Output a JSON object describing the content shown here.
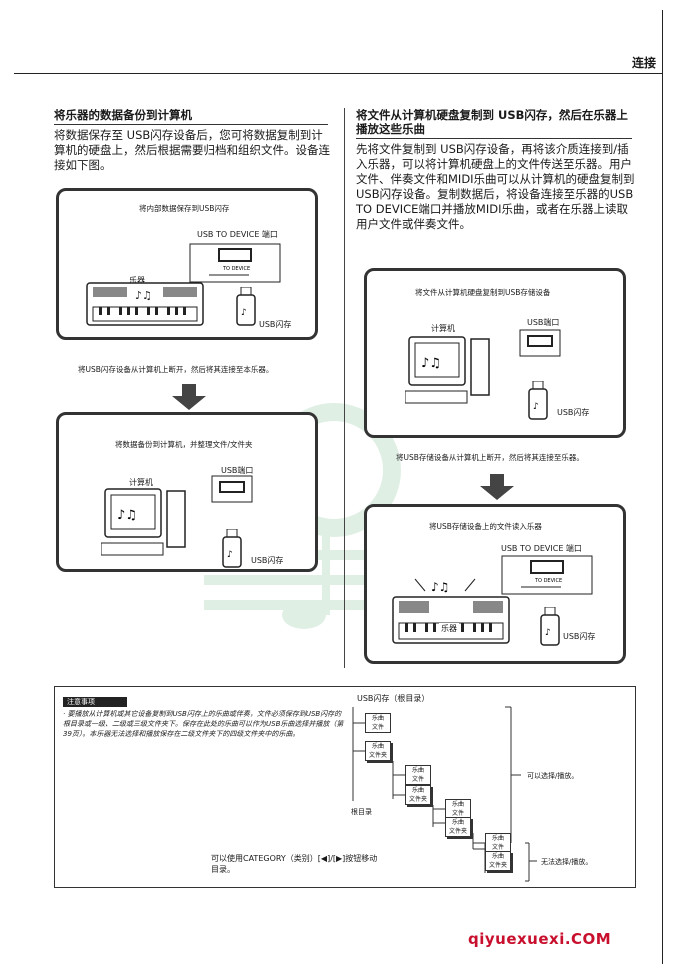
{
  "header": {
    "title": "连接"
  },
  "left": {
    "title": "将乐器的数据备份到计算机",
    "body": "将数据保存至 USB闪存设备后，您可将数据复制到计算机的硬盘上，然后根据需要归档和组织文件。设备连接如下图。",
    "panel1": {
      "caption": "将内部数据保存到USB闪存",
      "port_label": "USB TO DEVICE 端口",
      "port_sub": "TO DEVICE",
      "instrument_label": "乐器",
      "usb_label": "USB闪存"
    },
    "between_note": "将USB闪存设备从计算机上断开，然后将其连接至本乐器。",
    "panel2": {
      "caption": "将数据备份到计算机，并整理文件/文件夹",
      "computer_label": "计算机",
      "port_label": "USB端口",
      "usb_label": "USB闪存"
    }
  },
  "right": {
    "title": "将文件从计算机硬盘复制到 USB闪存，然后在乐器上播放这些乐曲",
    "body": "先将文件复制到 USB闪存设备，再将该介质连接到/插入乐器，可以将计算机硬盘上的文件传送至乐器。用户文件、伴奏文件和MIDI乐曲可以从计算机的硬盘复制到 USB闪存设备。复制数据后，将设备连接至乐器的USB TO DEVICE端口并播放MIDI乐曲，或者在乐器上读取用户文件或伴奏文件。",
    "panel1": {
      "caption": "将文件从计算机硬盘复制到USB存储设备",
      "computer_label": "计算机",
      "port_label": "USB端口",
      "usb_label": "USB闪存"
    },
    "between_note": "将USB存储设备从计算机上断开，然后将其连接至乐器。",
    "panel2": {
      "caption": "将USB存储设备上的文件读入乐器",
      "port_label": "USB TO DEVICE 端口",
      "port_sub": "TO DEVICE",
      "instrument_label": "乐器",
      "usb_label": "USB闪存"
    }
  },
  "tip": {
    "badge": "注意事项",
    "text": "· 要播放从计算机或其它设备复制到USB闪存上的乐曲或伴奏，文件必须保存到USB闪存的根目录或一级、二级或三级文件夹下。保存在此处的乐曲可以作为USB乐曲选择并播放（第39页）。本乐器无法选择和播放保存在二级文件夹下的四级文件夹中的乐曲。",
    "category": "可以使用CATEGORY（类别）[◀]/[▶]按钮移动目录。"
  },
  "tree": {
    "title": "USB闪存（根目录）",
    "root_label": "根目录",
    "song": "乐曲\n文件",
    "folder": "乐曲\n文件夹",
    "selectable": "可以选择/播放。",
    "not_selectable": "无法选择/播放。"
  },
  "footer": {
    "site": "qiyuexuexi.COM"
  }
}
